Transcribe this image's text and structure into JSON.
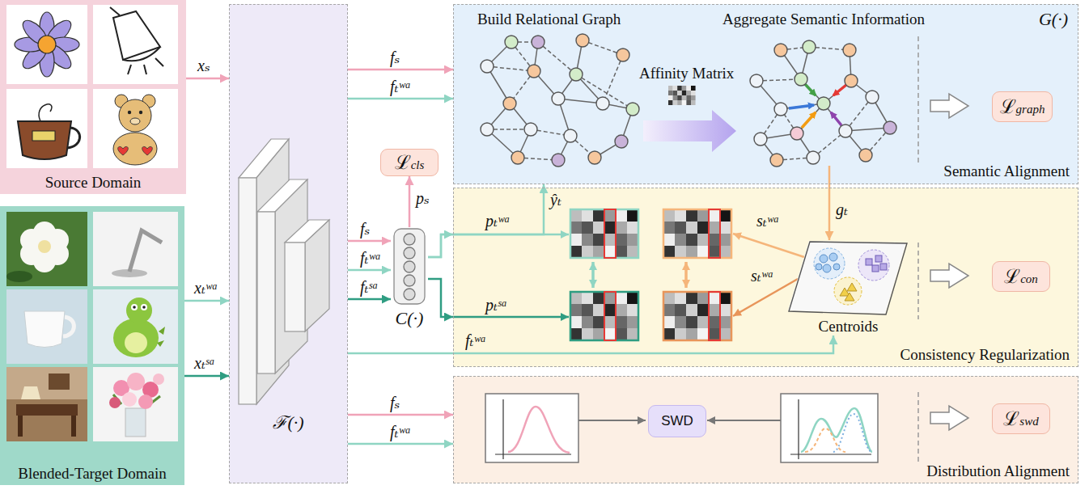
{
  "diagram": {
    "nodes": [
      {
        "text": [
          "Source Domain"
        ]
      },
      {
        "text": [
          "Blended-Target Domain"
        ]
      },
      {
        "text": [
          "ℱ(·)"
        ]
      },
      {
        "text": [
          "C(·)"
        ]
      },
      {
        "text": [
          "G(·)",
          "Semantic Alignment"
        ]
      },
      {
        "text": [
          "ℒgraph"
        ],
        "in": 4
      },
      {
        "text": [
          "ℒcls"
        ]
      },
      {
        "text": [
          "Consistency Regularization"
        ]
      },
      {
        "text": [
          "Centroids"
        ],
        "in": 7
      },
      {
        "text": [
          "ℒcon"
        ],
        "in": 7
      },
      {
        "text": [
          "Distribution Alignment"
        ]
      },
      {
        "text": [
          "SWD"
        ],
        "in": 10
      },
      {
        "text": [
          "ℒswd"
        ],
        "in": 10
      }
    ],
    "edges": [
      {
        "from": 0,
        "to": 2,
        "label": "xₛ",
        "arrow": "to"
      },
      {
        "from": 1,
        "to": 2,
        "label": "xₜʷᵃ",
        "arrow": "to"
      },
      {
        "from": 1,
        "to": 2,
        "label": "xₜˢᵃ",
        "arrow": "to"
      },
      {
        "from": 2,
        "to": 4,
        "label": "fₛ",
        "arrow": "to"
      },
      {
        "from": 2,
        "to": 4,
        "label": "fₜʷᵃ",
        "arrow": "to"
      },
      {
        "from": 2,
        "to": 3,
        "label": "fₛ",
        "arrow": "to"
      },
      {
        "from": 2,
        "to": 3,
        "label": "fₜʷᵃ",
        "arrow": "to"
      },
      {
        "from": 2,
        "to": 3,
        "label": "fₜˢᵃ",
        "arrow": "to"
      },
      {
        "from": 3,
        "to": 6,
        "label": "pₛ",
        "arrow": "to"
      },
      {
        "from": 3,
        "to": 7,
        "label": "pₜʷᵃ",
        "arrow": "to"
      },
      {
        "from": 3,
        "to": 7,
        "label": "pₜˢᵃ",
        "arrow": "to"
      },
      {
        "from": 3,
        "to": 4,
        "label": "ŷₜ",
        "arrow": "to"
      },
      {
        "from": 4,
        "to": 8,
        "label": "gₜ",
        "arrow": "to"
      },
      {
        "from": 2,
        "to": 8,
        "label": "fₜʷᵃ",
        "arrow": "to"
      },
      {
        "from": 2,
        "to": 10,
        "label": "fₛ",
        "arrow": "to"
      },
      {
        "from": 2,
        "to": 10,
        "label": "fₜʷᵃ",
        "arrow": "to"
      }
    ],
    "labels": [
      "Build Relational Graph",
      "Aggregate Semantic Information",
      "Affinity Matrix",
      "sₜʷᵃ",
      "sₜʷᵃ"
    ]
  }
}
